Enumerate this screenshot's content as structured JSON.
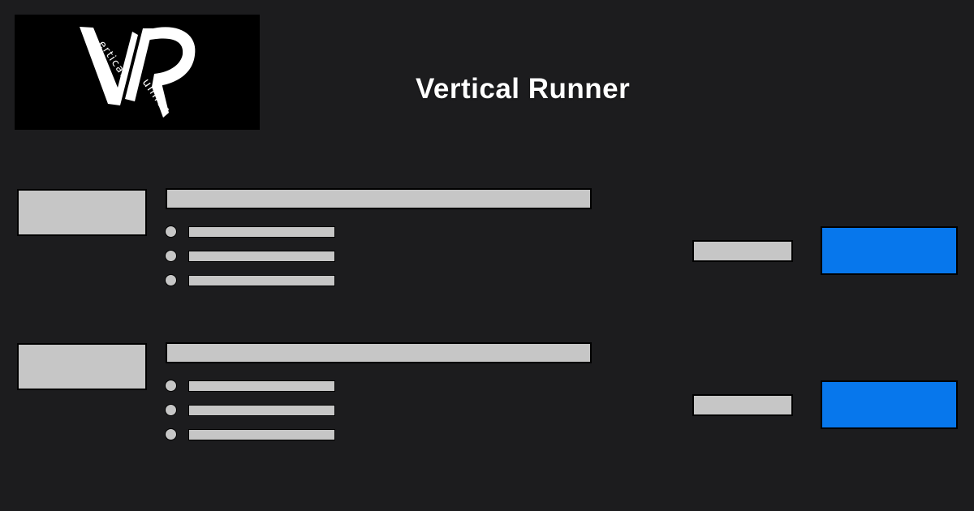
{
  "page": {
    "title": "Vertical Runner"
  },
  "logo": {
    "initial_v": "V",
    "initial_r": "R",
    "vertical_suffix": "ertical",
    "runner_suffix": "unner",
    "full_name": "Vertical Runner"
  },
  "skeleton": {
    "cards": [
      {
        "id": 1,
        "bullet_count": 3
      },
      {
        "id": 2,
        "bullet_count": 3
      }
    ]
  },
  "colors": {
    "background": "#1c1c1e",
    "placeholder": "#c6c6c6",
    "accent": "#0777ec",
    "outline": "#000000",
    "logo_bg": "#000000",
    "logo_fg": "#ffffff",
    "title_text": "#ffffff"
  }
}
